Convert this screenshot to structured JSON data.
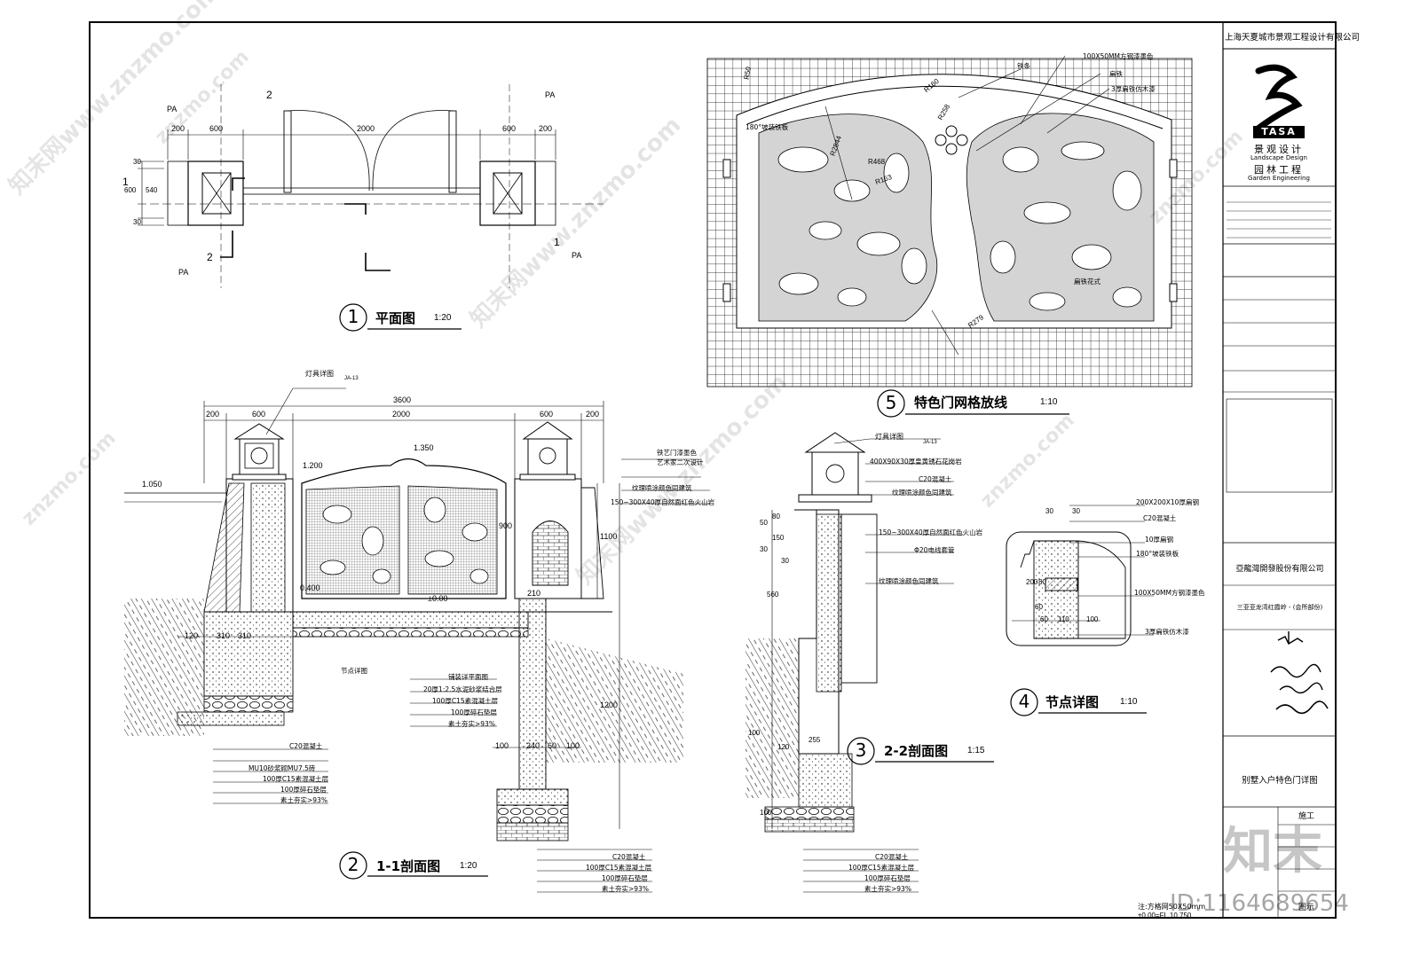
{
  "title_block": {
    "company": "上海天夏城市景观工程设计有限公司",
    "logo_text": "TASA",
    "subtitle_cn_1": "景观设计",
    "subtitle_en_1": "Landscape Design",
    "subtitle_cn_2": "园林工程",
    "subtitle_en_2": "Garden Engineering",
    "client": "亞龍灣開發股份有限公司",
    "project": "三亚亚龙湾红霞岭 - (会所部份)",
    "drawing_title": "别墅入户特色门详图",
    "stage": "施工",
    "drawn_label": "图示"
  },
  "views": {
    "v1": {
      "num": "1",
      "name": "平面图",
      "scale": "1:20"
    },
    "v2": {
      "num": "2",
      "name": "1-1剖面图",
      "scale": "1:20"
    },
    "v3": {
      "num": "3",
      "name": "2-2剖面图",
      "scale": "1:15"
    },
    "v4": {
      "num": "4",
      "name": "节点详图",
      "scale": "1:10"
    },
    "v5": {
      "num": "5",
      "name": "特色门网格放线",
      "scale": "1:10"
    }
  },
  "plan_dims": {
    "top": [
      "200",
      "600",
      "2000",
      "600",
      "200"
    ],
    "left": [
      "30",
      "600",
      "540",
      "30"
    ],
    "pa": "PA",
    "cut1": "1",
    "cut2": "2"
  },
  "section11_dims": {
    "top_total": "3600",
    "top": [
      "200",
      "600",
      "2000",
      "600",
      "200"
    ],
    "elev": [
      "1.050",
      "1.200",
      "1.350",
      "0.400",
      "±0.00"
    ],
    "bottom": [
      "120",
      "310",
      "210",
      "310",
      "100",
      "240",
      "60",
      "100"
    ],
    "right": [
      "900",
      "1100",
      "1200"
    ]
  },
  "notes_11": {
    "lamp": "灯具详图",
    "lamp_ref": "JA-13",
    "r1": "铁艺门漆墨色",
    "r2": "艺术家二次设计",
    "r3": "纹理喷涂颜色同建筑",
    "r4": "150~300X40厚自然面红色火山岩",
    "node": "节点详图",
    "pave_title": "铺装详平面图",
    "pave1": "20厚1:2.5水泥砂浆结合层",
    "pave2": "100厚C15素混凝土层",
    "pave3": "100厚碎石垫层",
    "pave4": "素土夯实>93%",
    "l1": "C20混凝土",
    "l2": "MU10砂浆砌MU7.5砖",
    "l3": "100厚C15素混凝土层",
    "l4": "100厚碎石垫层",
    "l5": "素土夯实>93%",
    "m1": "C20混凝土",
    "m2": "100厚C15素混凝土层",
    "m3": "100厚碎石垫层",
    "m4": "素土夯实>93%"
  },
  "notes_22": {
    "lamp": "灯具详图",
    "lamp_ref": "JA-13",
    "a1": "400X90X30厚皇黄锈石花岗岩",
    "a2": "C20混凝土",
    "a3": "纹理喷涂颜色同建筑",
    "a4": "150~300X40厚自然面红色火山岩",
    "a5": "Φ20电线套管",
    "a6": "纹理喷涂颜色同建筑",
    "b1": "C20混凝土",
    "b2": "100厚C15素混凝土层",
    "b3": "100厚碎石垫层",
    "b4": "素土夯实>93%",
    "dims": [
      "50",
      "30",
      "150",
      "80",
      "30",
      "560",
      "100",
      "255",
      "120",
      "100"
    ]
  },
  "notes_node": {
    "n1": "200X200X10厚扁钢",
    "n2": "C20混凝土",
    "n3": "10厚扁钢",
    "n4": "180°坡装铁板",
    "n5": "100X50MM方钢漆墨色",
    "n6": "3厚扁铁仿木漆",
    "dims": [
      "30",
      "30",
      "200",
      "80",
      "60",
      "60",
      "110",
      "100"
    ]
  },
  "notes_grid": {
    "g1": "100X50MM方钢漆墨色",
    "g2": "3厚扁铁仿木漆",
    "g3": "铁条",
    "g4": "扁铁",
    "g5": "180°坡装铁板",
    "g6": "扁铁花式",
    "r": [
      "R50",
      "R160",
      "R258",
      "R2844",
      "R468",
      "R163",
      "R279"
    ]
  },
  "footnote": {
    "f1": "注:方格网50X50mm",
    "f2": "±0.00=FL 10.750"
  },
  "watermark": {
    "text": "znzmo.com",
    "cn": "知末网www.znzmo.com",
    "id": "ID:1164689654",
    "brand": "知末"
  }
}
